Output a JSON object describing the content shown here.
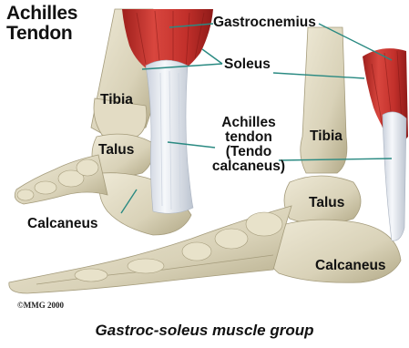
{
  "title": "Achilles\nTendon",
  "labels": {
    "gastrocnemius": "Gastrocnemius",
    "soleus": "Soleus",
    "tibia_left": "Tibia",
    "talus_left": "Talus",
    "calcaneus_left": "Calcaneus",
    "achilles_tendon": "Achilles\ntendon\n(Tendo\ncalcaneus)",
    "tibia_right": "Tibia",
    "talus_right": "Talus",
    "calcaneus_right": "Calcaneus"
  },
  "copyright": "©MMG 2000",
  "caption": "Gastroc-soleus muscle group",
  "colors": {
    "muscle": "#c8312c",
    "tendon": "#e8ecf2",
    "bone": "#ded8c0",
    "bone_shadow": "#b7ae8f",
    "leader": "#2a8a82"
  }
}
